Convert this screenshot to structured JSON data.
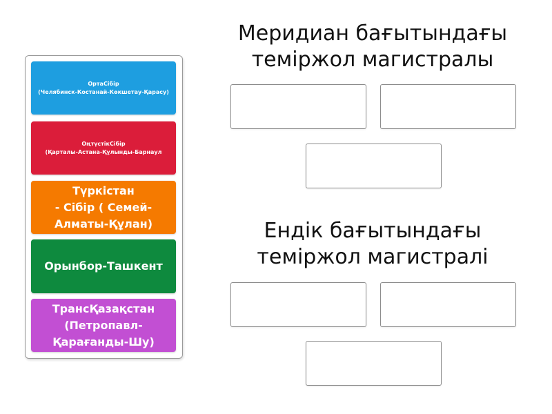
{
  "activity": {
    "type": "group-sort",
    "cards": [
      {
        "label": "ОртаСібір\n(Челябинск-Костанай-Көкшетау-Қарасу)",
        "color": "#1e9ee0",
        "size": "small"
      },
      {
        "label": "ОңтүстікСібір\n(Қарталы-Астана-Құлынды-Барнаул",
        "color": "#db1d3a",
        "size": "small"
      },
      {
        "label": "Түркістан\n- Сібір ( Семей-\nАлматы-Құлан)",
        "color": "#f57a00",
        "size": "large"
      },
      {
        "label": "Орынбор-Ташкент",
        "color": "#0e8a3e",
        "size": "large"
      },
      {
        "label": "ТрансҚазақстан\n(Петропавл-\nҚарағанды-Шу)",
        "color": "#c24fd3",
        "size": "large"
      }
    ],
    "groups": [
      {
        "title": "Меридиан бағытындағы\nтеміржол магистралы",
        "slots": 3
      },
      {
        "title": "Ендік бағытындағы\nтеміржол магистралі",
        "slots": 3
      }
    ]
  }
}
